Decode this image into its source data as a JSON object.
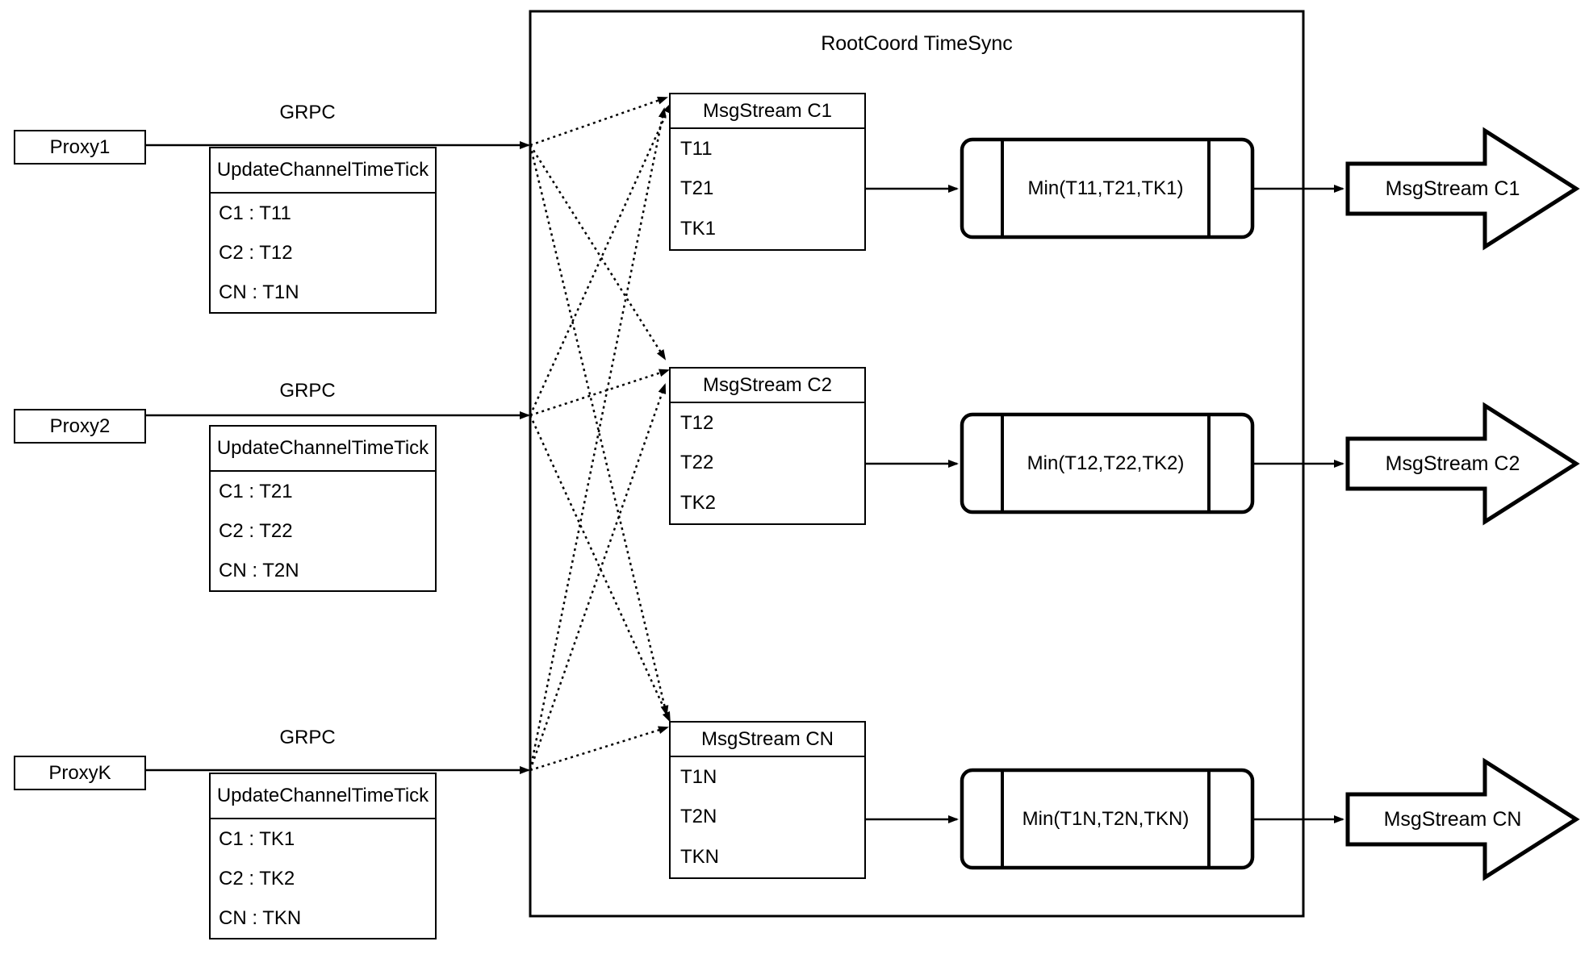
{
  "colors": {
    "ink": "#000000",
    "paper": "#ffffff"
  },
  "diagram": {
    "title": "RootCoord TimeSync",
    "grpc_label": "GRPC",
    "proxies": [
      {
        "name": "Proxy1",
        "table_header": "UpdateChannelTimeTick",
        "rows": [
          "C1 :  T11",
          "C2 :  T12",
          "CN : T1N"
        ]
      },
      {
        "name": "Proxy2",
        "table_header": "UpdateChannelTimeTick",
        "rows": [
          "C1 :  T21",
          "C2 :  T22",
          "CN : T2N"
        ]
      },
      {
        "name": "ProxyK",
        "table_header": "UpdateChannelTimeTick",
        "rows": [
          "C1 :  TK1",
          "C2 :  TK2",
          "CN : TKN"
        ]
      }
    ],
    "streams": [
      {
        "table_header": "MsgStream C1",
        "rows": [
          "T11",
          "T21",
          "TK1"
        ],
        "min_label": "Min(T11,T21,TK1)",
        "out_label": "MsgStream C1"
      },
      {
        "table_header": "MsgStream C2",
        "rows": [
          "T12",
          "T22",
          "TK2"
        ],
        "min_label": "Min(T12,T22,TK2)",
        "out_label": "MsgStream C2"
      },
      {
        "table_header": "MsgStream CN",
        "rows": [
          "T1N",
          "T2N",
          "TKN"
        ],
        "min_label": "Min(T1N,T2N,TKN)",
        "out_label": "MsgStream CN"
      }
    ]
  }
}
